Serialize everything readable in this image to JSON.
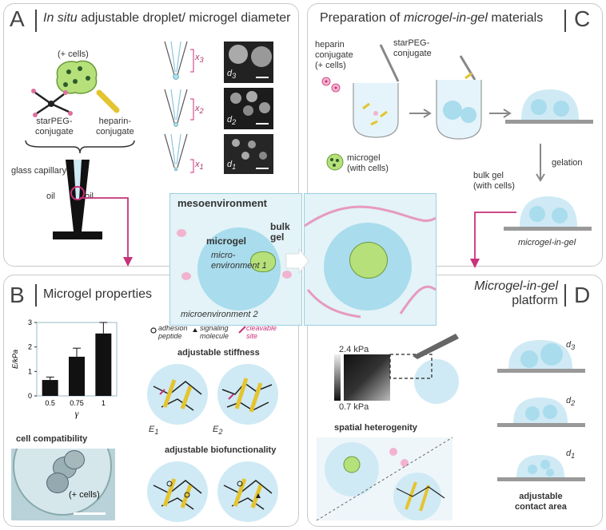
{
  "panelA": {
    "letter": "A",
    "title_italic": "In situ",
    "title_rest": " adjustable droplet/ microgel diameter",
    "cells": "(+ cells)",
    "starpeg": "starPEG-\nconjugate",
    "heparin": "heparin-\nconjugate",
    "capillary": "glass capillary",
    "oil_left": "oil",
    "oil_right": "oil",
    "x3": "x",
    "x3sub": "3",
    "x2": "x",
    "x2sub": "2",
    "x1": "x",
    "x1sub": "1",
    "d3": "d",
    "d3sub": "3",
    "d2": "d",
    "d2sub": "2",
    "d1": "d",
    "d1sub": "1"
  },
  "panelC": {
    "letter": "C",
    "title_pre": "Preparation of ",
    "title_italic": "microgel-in-gel",
    "title_post": " materials",
    "heparin_conj": "heparin\nconjugate\n(+ cells)",
    "starpeg_conj": "starPEG-\nconjugate",
    "microgel": "microgel\n(with cells)",
    "gelation": "gelation",
    "bulkgel": "bulk gel\n(with cells)",
    "mig": "microgel-in-gel"
  },
  "panelB": {
    "letter": "B",
    "title": "Microgel properties",
    "ylabel": "E/kPa",
    "xlabel": "γ",
    "cell_compat": "cell compatibility",
    "cells": "(+ cells)",
    "legend_adhesion": "adhesion\npeptide",
    "legend_signal": "signaling\nmolecule",
    "legend_cleave": "cleavable\nsite",
    "stiffness": "adjustable  stiffness",
    "biofunc": "adjustable biofunctionality",
    "e1": "E",
    "e1sub": "1",
    "e2": "E",
    "e2sub": "2"
  },
  "panelD": {
    "letter": "D",
    "title_italic": "Microgel-in-gel",
    "title_line2": "platform",
    "kpa_high": "2.4 kPa",
    "kpa_low": "0.7 kPa",
    "spatial": "spatial heterogenity",
    "d3": "d",
    "d3sub": "3",
    "d2": "d",
    "d2sub": "2",
    "d1": "d",
    "d1sub": "1",
    "contact": "adjustable\ncontact area"
  },
  "center": {
    "meso": "mesoenvironment",
    "bulk": "bulk\ngel",
    "microgel": "microgel",
    "micro1": "micro-\nenvironment 1",
    "micro2": "microenvironment 2"
  },
  "chart_data": {
    "type": "bar",
    "categories": [
      "0.5",
      "0.75",
      "1"
    ],
    "values": [
      0.65,
      1.6,
      2.55
    ],
    "errors": [
      0.12,
      0.35,
      0.45
    ],
    "xlabel": "γ",
    "ylabel": "E/kPa",
    "ylim": [
      0,
      3
    ],
    "yticks": [
      "0",
      "1",
      "2",
      "3"
    ]
  },
  "colors": {
    "magenta": "#c8327a",
    "cyan": "#a9dcec",
    "cellgreen": "#b6e07a",
    "bar": "#111111"
  }
}
